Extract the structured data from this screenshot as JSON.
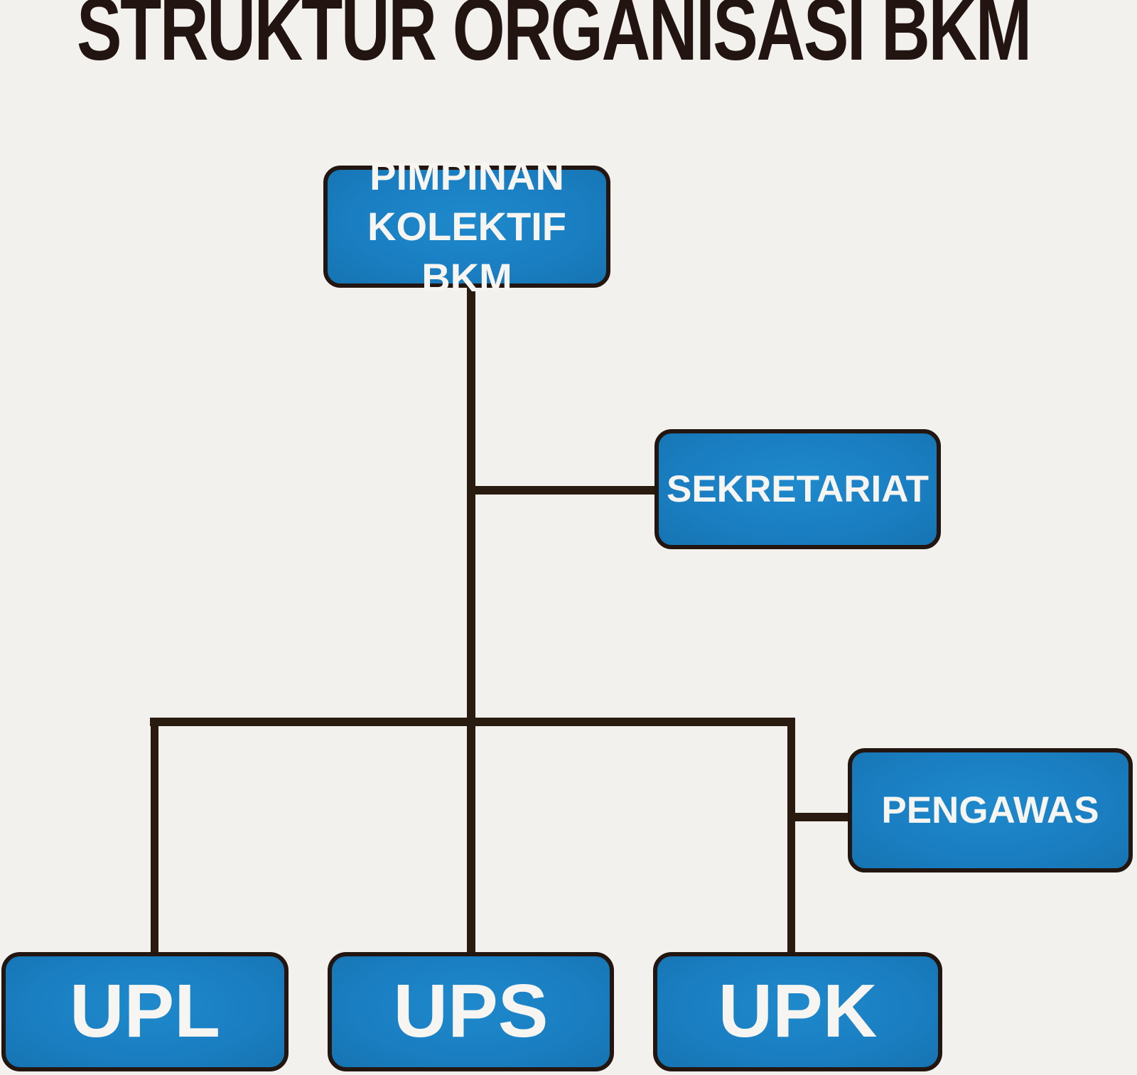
{
  "title": "STRUKTUR ORGANISASI BKM",
  "colors": {
    "background": "#f3f1ee",
    "box_fill": "#1a7fc2",
    "box_border": "#231610",
    "line": "#2a1b11",
    "box_text": "#f7f5f1",
    "title_text": "#221410"
  },
  "nodes": {
    "pimpinan": {
      "line1": "PIMPINAN",
      "line2": "KOLEKTIF BKM"
    },
    "sekretariat": {
      "label": "SEKRETARIAT"
    },
    "pengawas": {
      "label": "PENGAWAS"
    },
    "upl": {
      "label": "UPL"
    },
    "ups": {
      "label": "UPS"
    },
    "upk": {
      "label": "UPK"
    }
  }
}
